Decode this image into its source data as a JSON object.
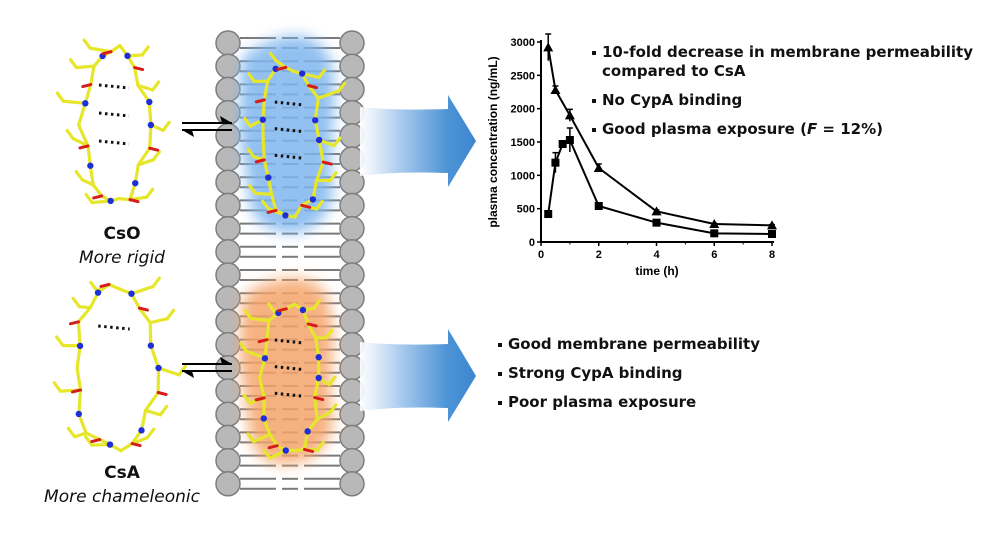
{
  "molecules": [
    {
      "name": "CsO",
      "description": "More rigid",
      "glow_color": "#7fb6ee"
    },
    {
      "name": "CsA",
      "description": "More chameleonic",
      "glow_color": "#f5a46a"
    }
  ],
  "colors": {
    "carbon": "#e6e62a",
    "nitrogen": "#1f2fd6",
    "oxygen": "#d71c1c",
    "lipid_head": "#b9b8b8",
    "lipid_tail": "#7a7a7a",
    "arrow_blue": "#4d94d6"
  },
  "cso_properties": [
    {
      "text": "10-fold decrease in membrane permeability\ncompared to CsA"
    },
    {
      "text": "No CypA binding"
    },
    {
      "text_prefix": "Good plasma exposure (",
      "text_italic": "F",
      "text_suffix": " = 12%)"
    }
  ],
  "csa_properties": [
    {
      "text": "Good membrane permeability"
    },
    {
      "text": "Strong CypA binding"
    },
    {
      "text": "Poor plasma exposure"
    }
  ],
  "chart_data": {
    "type": "line",
    "title": "",
    "xlabel": "time (h)",
    "ylabel": "plasma concentration (ng/mL)",
    "xlim": [
      0,
      8
    ],
    "ylim": [
      0,
      3000
    ],
    "xticks": [
      0,
      2,
      4,
      6,
      8
    ],
    "yticks": [
      0,
      500,
      1000,
      1500,
      2000,
      2500,
      3000
    ],
    "grid": false,
    "legend": "none",
    "series": [
      {
        "name": "triangle-series",
        "marker": "triangle",
        "x": [
          0.25,
          0.5,
          1,
          2,
          4,
          6,
          8
        ],
        "y": [
          2920,
          2280,
          1900,
          1110,
          460,
          270,
          250
        ],
        "err": [
          200,
          60,
          90,
          60,
          20,
          10,
          10
        ]
      },
      {
        "name": "square-series",
        "marker": "square",
        "x": [
          0.25,
          0.5,
          0.75,
          1,
          2,
          4,
          6,
          8
        ],
        "y": [
          420,
          1190,
          1470,
          1530,
          540,
          290,
          130,
          120
        ],
        "err": [
          10,
          150,
          30,
          180,
          20,
          20,
          10,
          10
        ]
      }
    ]
  }
}
